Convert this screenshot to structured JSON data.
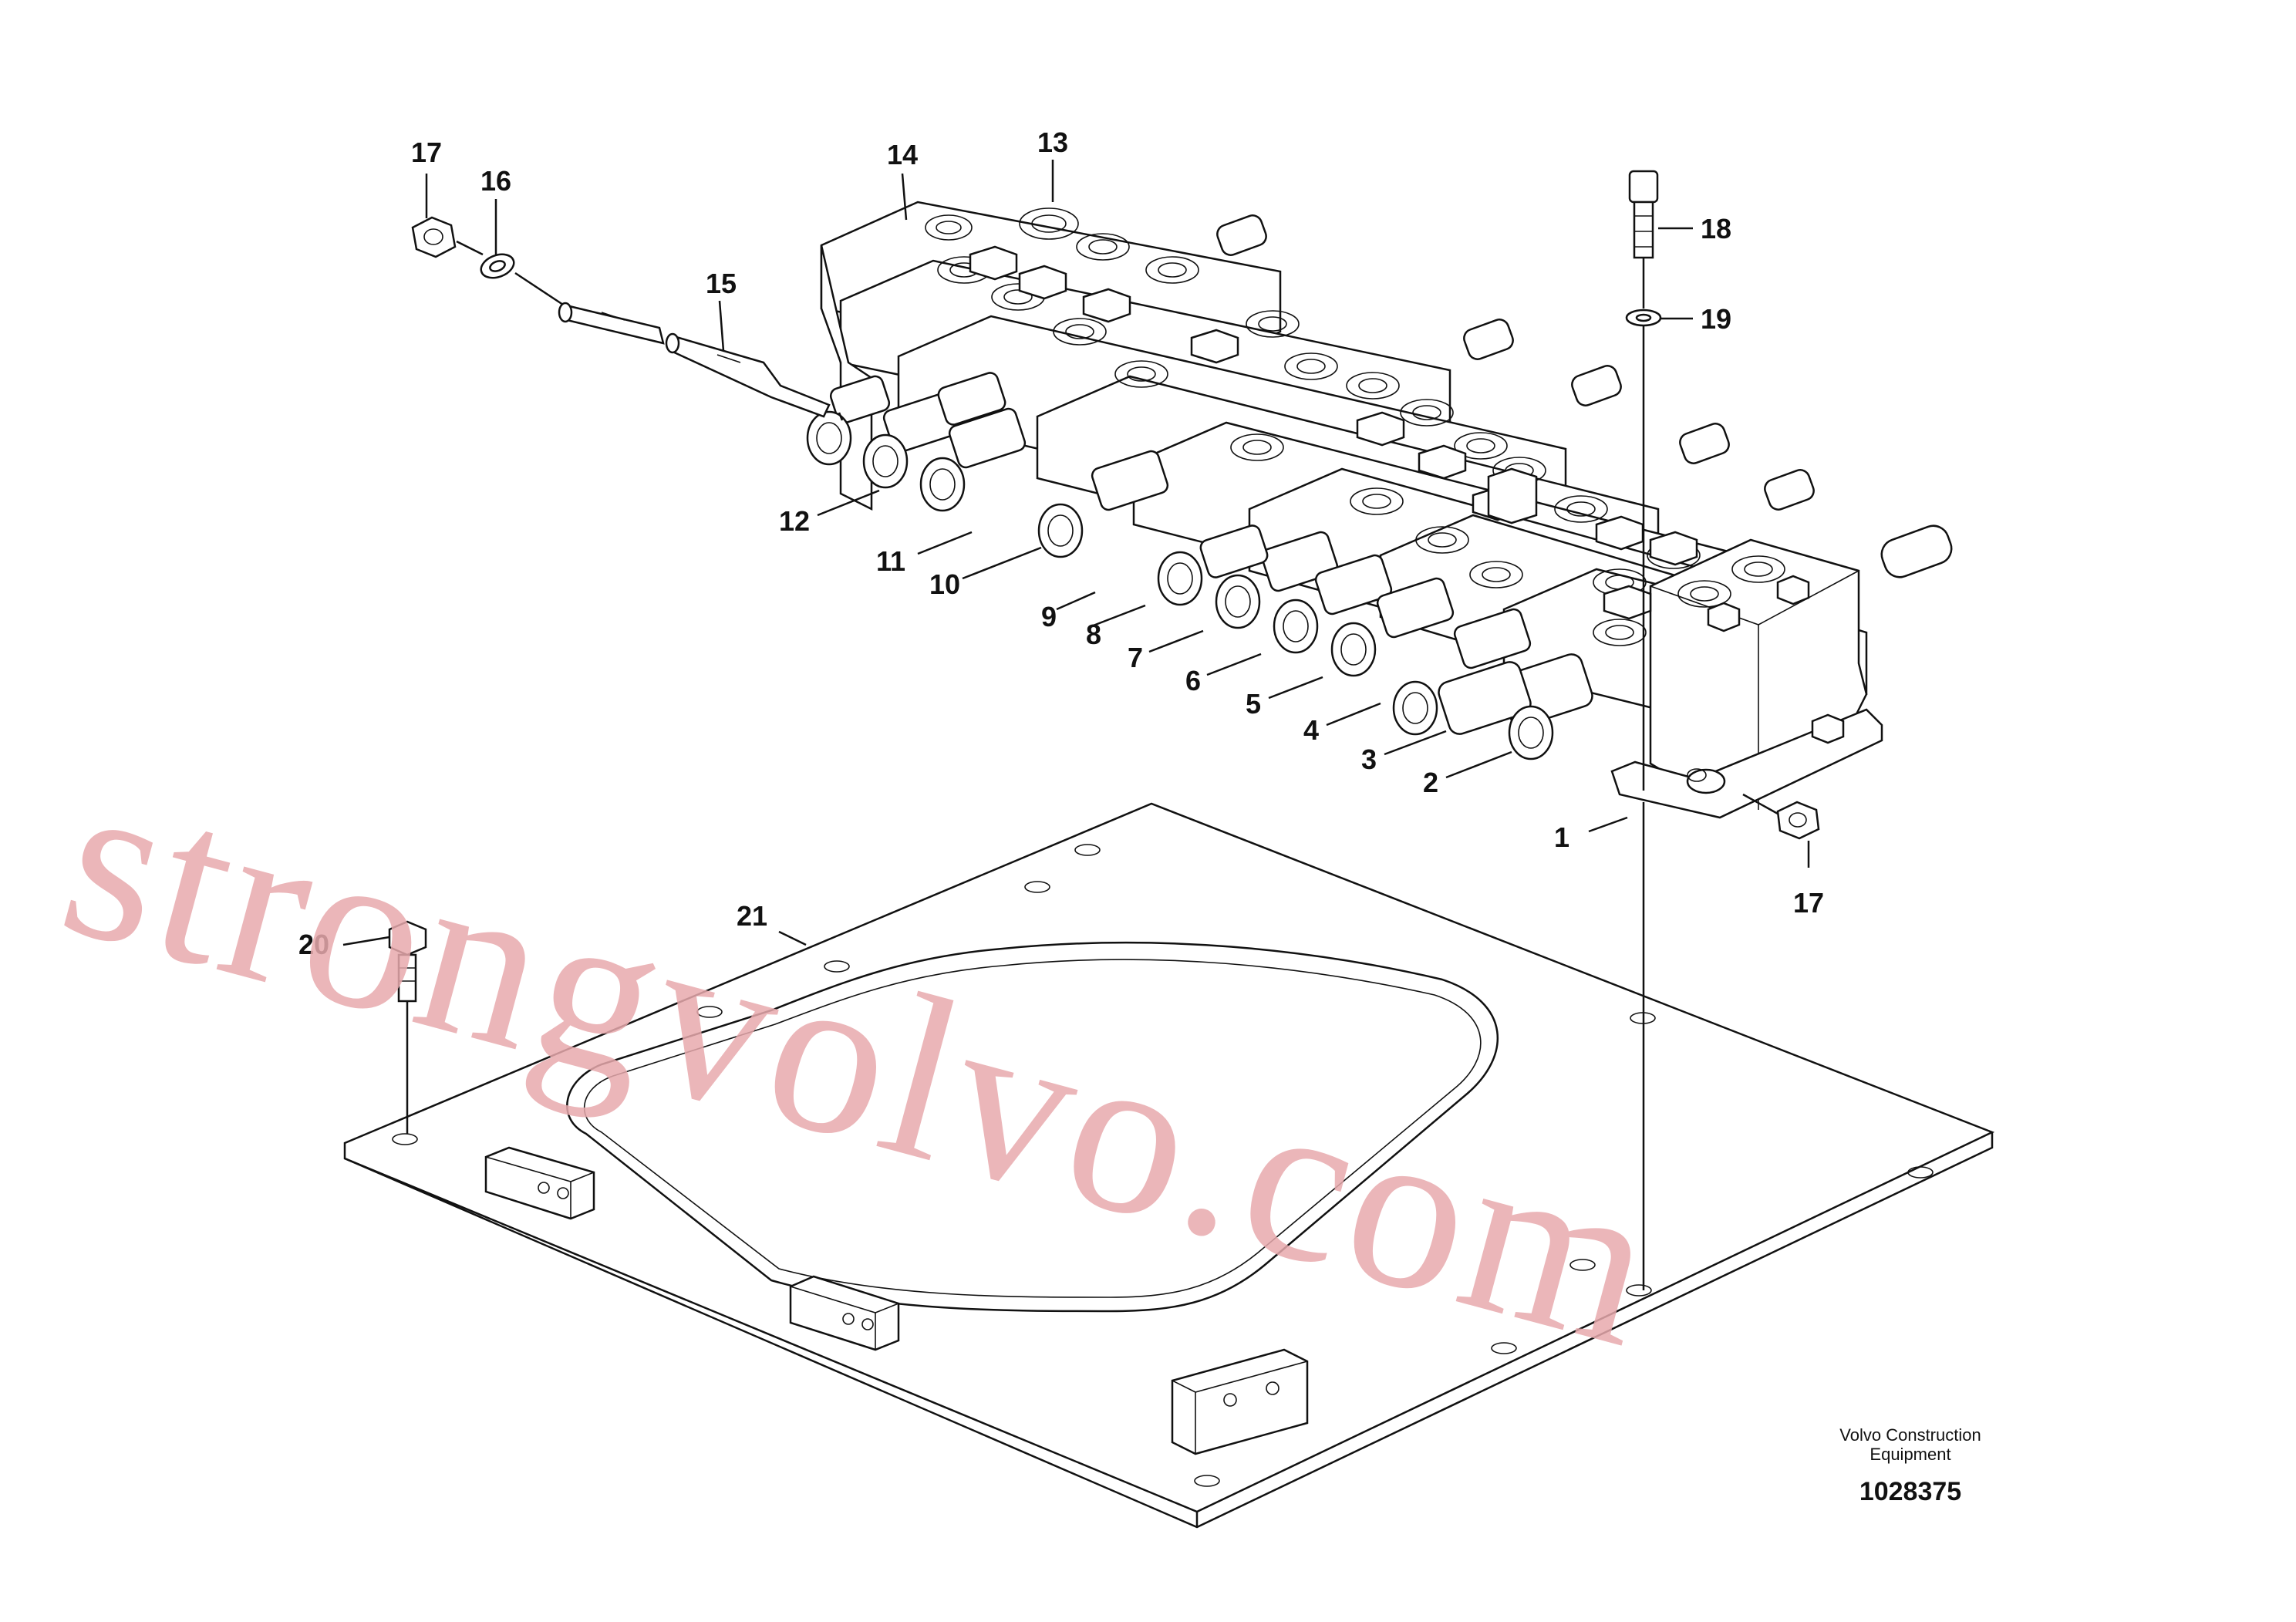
{
  "diagram": {
    "callouts": [
      "1",
      "2",
      "3",
      "4",
      "5",
      "6",
      "7",
      "8",
      "9",
      "10",
      "11",
      "12",
      "13",
      "14",
      "15",
      "16",
      "17",
      "17",
      "18",
      "19",
      "20",
      "21"
    ],
    "watermark": "strongvolvo.com",
    "caption": {
      "company_line1": "Volvo Construction",
      "company_line2": "Equipment",
      "part_number": "1028375"
    }
  }
}
